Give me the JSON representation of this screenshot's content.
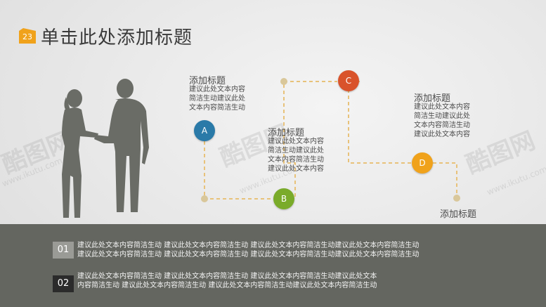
{
  "slide": {
    "number": "23",
    "title": "单击此处添加标题"
  },
  "watermark": {
    "brand": "酷图网",
    "url": "www.ikutu.com"
  },
  "nodes": [
    {
      "label": "A",
      "color": "#2a7aa8"
    },
    {
      "label": "B",
      "color": "#7aab2a"
    },
    {
      "label": "C",
      "color": "#d9532b"
    },
    {
      "label": "D",
      "color": "#f0a21b"
    }
  ],
  "blocks": [
    {
      "heading": "添加标题",
      "lines": [
        "建议此处文本内容",
        "简洁生动建议此处",
        "文本内容简洁生动"
      ]
    },
    {
      "heading": "添加标题",
      "lines": [
        "建议此处文本内容",
        "简洁生动建议此处",
        "文本内容简洁生动",
        "建议此处文本内容"
      ]
    },
    {
      "heading": "添加标题",
      "lines": [
        "建议此处文本内容",
        "简洁生动建议此处",
        "文本内容简洁生动",
        "建议此处文本内容"
      ]
    },
    {
      "heading": "添加标题",
      "lines": []
    }
  ],
  "path_color": "#e8c27a",
  "footer": {
    "items": [
      {
        "num": "01",
        "lines": [
          "建议此处文本内容简洁生动 建议此处文本内容简洁生动 建议此处文本内容简洁生动建议此处文本内容简洁生动",
          "建议此处文本内容简洁生动 建议此处文本内容简洁生动 建议此处文本内容简洁生动建议此处文本内容简洁生动"
        ]
      },
      {
        "num": "02",
        "lines": [
          "建议此处文本内容简洁生动 建议此处文本内容简洁生动 建议此处文本内容简洁生动建议此处文本",
          "内容简洁生动 建议此处文本内容简洁生动 建议此处文本内容简洁生动建议此处文本内容简洁生动"
        ]
      }
    ]
  }
}
